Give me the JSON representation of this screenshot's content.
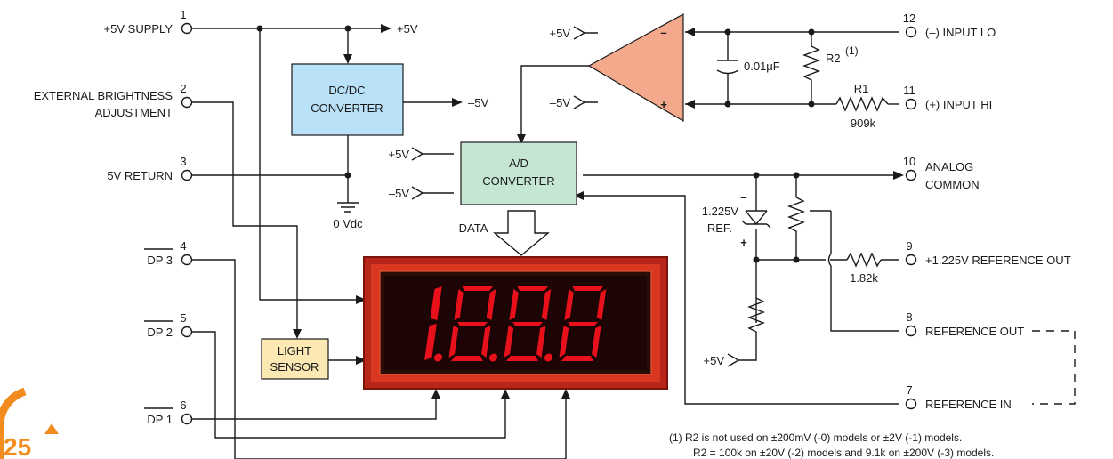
{
  "pins": {
    "p1": {
      "num": "1",
      "label": "+5V SUPPLY"
    },
    "p2": {
      "num": "2",
      "label1": "EXTERNAL BRIGHTNESS",
      "label2": "ADJUSTMENT"
    },
    "p3": {
      "num": "3",
      "label": "5V RETURN"
    },
    "p4": {
      "num": "4",
      "label": "DP 3"
    },
    "p5": {
      "num": "5",
      "label": "DP 2"
    },
    "p6": {
      "num": "6",
      "label": "DP 1"
    },
    "p7": {
      "num": "7",
      "label": "REFERENCE IN"
    },
    "p8": {
      "num": "8",
      "label": "REFERENCE OUT"
    },
    "p9": {
      "num": "9",
      "label": "+1.225V REFERENCE OUT"
    },
    "p10": {
      "num": "10",
      "label1": "ANALOG",
      "label2": "COMMON"
    },
    "p11": {
      "num": "11",
      "label": "(+) INPUT HI"
    },
    "p12": {
      "num": "12",
      "label": "(–) INPUT LO"
    }
  },
  "blocks": {
    "dcdc_line1": "DC/DC",
    "dcdc_line2": "CONVERTER",
    "ad_line1": "A/D",
    "ad_line2": "CONVERTER",
    "light_line1": "LIGHT",
    "light_line2": "SENSOR"
  },
  "rails": {
    "plus5v": "+5V",
    "minus5v": "–5V",
    "zero_vdc": "0 Vdc",
    "data": "DATA"
  },
  "components": {
    "cap": "0.01μF",
    "r2": "R2",
    "r2_note_ref": "(1)",
    "r1": "R1",
    "r1_value": "909k",
    "ref_value": "1.225V",
    "ref_label": "REF.",
    "r_ref_value": "1.82k",
    "opamp_minus": "–",
    "opamp_plus": "+",
    "zener_minus": "–",
    "zener_plus": "+"
  },
  "display": {
    "digits": "1.8.8.8",
    "frame_color": "#c62a1c",
    "segment_color": "#e8101a"
  },
  "colors": {
    "dcdc_fill": "#b9e1f7",
    "ad_fill": "#c5e6d2",
    "light_fill": "#fbe8b3",
    "opamp_fill": "#f4a98d",
    "logo_orange": "#f28c1e"
  },
  "notes": {
    "line1": "(1)  R2 is not used on ±200mV (-0) models or ±2V (-1) models.",
    "line2": "R2 = 100k on ±20V (-2) models and 9.1k on ±200V (-3) models."
  },
  "logo": {
    "text": "25"
  }
}
